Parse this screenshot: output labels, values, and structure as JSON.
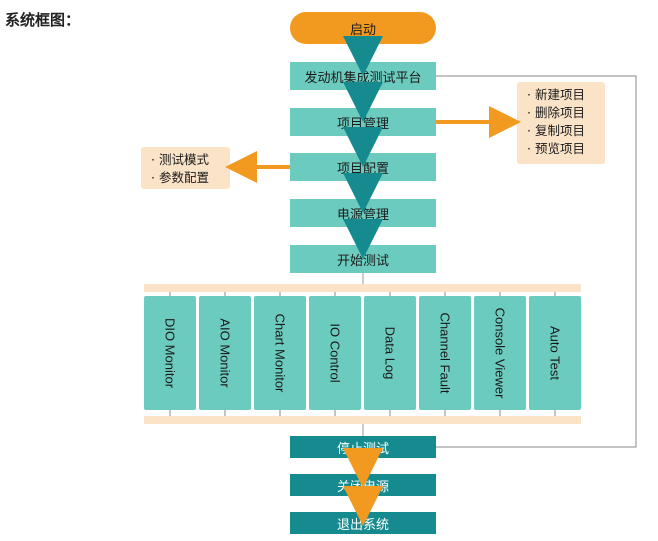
{
  "heading": "系统框图：",
  "flow": {
    "start": "启动",
    "platform": "发动机集成测试平台",
    "project_management": "项目管理",
    "project_config": "项目配置",
    "power_management": "电源管理",
    "start_test": "开始测试",
    "stop_test": "停止测试",
    "power_off": "关闭电源",
    "exit_system": "退出系统"
  },
  "project_actions": [
    "· 新建项目",
    "· 删除项目",
    "· 复制项目",
    "· 预览项目"
  ],
  "config_options": [
    "· 测试模式",
    "· 参数配置"
  ],
  "modules": [
    "DIO Monitor",
    "AIO Monitor",
    "Chart Monitor",
    "IO Control",
    "Data Log",
    "Channel Fault",
    "Console Viewer",
    "Auto Test"
  ],
  "colors": {
    "start_orange": "#f29a1f",
    "teal_light": "#6ccbbf",
    "teal_dark": "#168b8f",
    "note_background": "#fbe3c8",
    "arrow_orange": "#f29a1f",
    "arrow_teal": "#168b8f"
  }
}
